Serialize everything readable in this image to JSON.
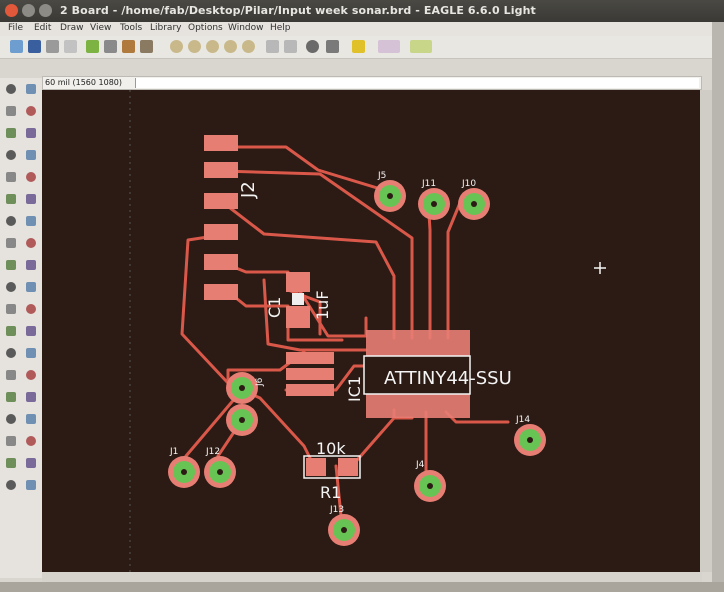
{
  "window": {
    "title": "2 Board - /home/fab/Desktop/Pilar/Input week sonar.brd - EAGLE 6.6.0 Light"
  },
  "menu": [
    "File",
    "Edit",
    "Draw",
    "View",
    "Tools",
    "Library",
    "Options",
    "Window",
    "Help"
  ],
  "command_bar": {
    "coordinates": "60 mil (1560 1080)",
    "value": ""
  },
  "toolbar_icons": [
    "open-icon",
    "save-icon",
    "print-icon",
    "cam-icon",
    "board-icon",
    "schematic-icon",
    "ulp-icon",
    "script-icon",
    "zoom-fit-icon",
    "zoom-in-icon",
    "zoom-out-icon",
    "zoom-redraw-icon",
    "zoom-area-icon",
    "undo-icon",
    "redo-icon",
    "stop-icon",
    "go-icon",
    "help-icon",
    "design-link-icon",
    "premier-farnell-icon"
  ],
  "left_tools": [
    "info-icon",
    "eye-icon",
    "layer-icon",
    "mark-icon",
    "move-icon",
    "copy-icon",
    "group-icon",
    "mirror-icon",
    "rotate-icon",
    "paste-icon",
    "delete-icon",
    "add-icon",
    "change-icon",
    "pinswap-icon",
    "replace-icon",
    "lock-icon",
    "split-icon",
    "optimize-icon",
    "miter-icon",
    "smash-icon",
    "route-icon",
    "ripup-icon",
    "wire-icon",
    "text-icon",
    "circle-icon",
    "arc-icon",
    "rect-icon",
    "polygon-icon",
    "via-icon",
    "signal-icon",
    "hole-icon",
    "attribute-icon",
    "dimension-icon",
    "ratsnest-icon",
    "auto-icon",
    "erc-icon",
    "drc-icon",
    "errors-icon"
  ],
  "board": {
    "colors": {
      "background": "#2b1b14",
      "trace": "#d9584a",
      "pad": "#e77e74",
      "via_fill": "#67c454",
      "label": "#f4f4f4"
    },
    "labels": {
      "j2": "J2",
      "c1": "C1",
      "c1_value": "1uF",
      "ic1": "IC1",
      "ic1_value": "ATTINY44-SSU",
      "r1": "R1",
      "r1_value": "10k",
      "j5": "J5",
      "j6": "J6",
      "j11": "J11",
      "j10": "J10",
      "j1": "J1",
      "j12": "J12",
      "j4": "J4",
      "j14": "J14",
      "j13": "J13"
    }
  }
}
